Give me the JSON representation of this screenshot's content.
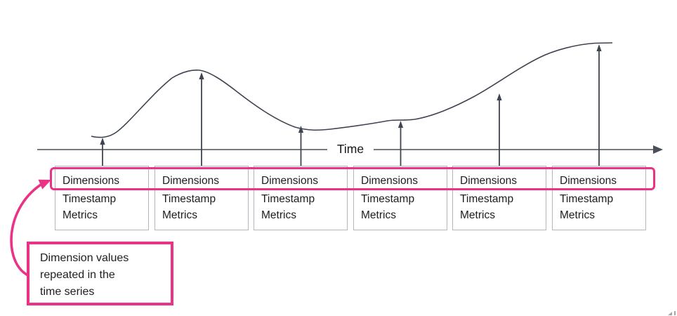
{
  "axis": {
    "label": "Time"
  },
  "records": [
    {
      "line1": "Dimensions",
      "line2": "Timestamp",
      "line3": "Metrics"
    },
    {
      "line1": "Dimensions",
      "line2": "Timestamp",
      "line3": "Metrics"
    },
    {
      "line1": "Dimensions",
      "line2": "Timestamp",
      "line3": "Metrics"
    },
    {
      "line1": "Dimensions",
      "line2": "Timestamp",
      "line3": "Metrics"
    },
    {
      "line1": "Dimensions",
      "line2": "Timestamp",
      "line3": "Metrics"
    },
    {
      "line1": "Dimensions",
      "line2": "Timestamp",
      "line3": "Metrics"
    }
  ],
  "annotation": {
    "lines": [
      "Dimension values",
      "repeated in the",
      "time series"
    ]
  },
  "colors": {
    "highlight_pink": "#EA3287",
    "diagram_stroke": "#3E4450",
    "box_border": "#B6B6BE",
    "text": "#1D1D21"
  }
}
